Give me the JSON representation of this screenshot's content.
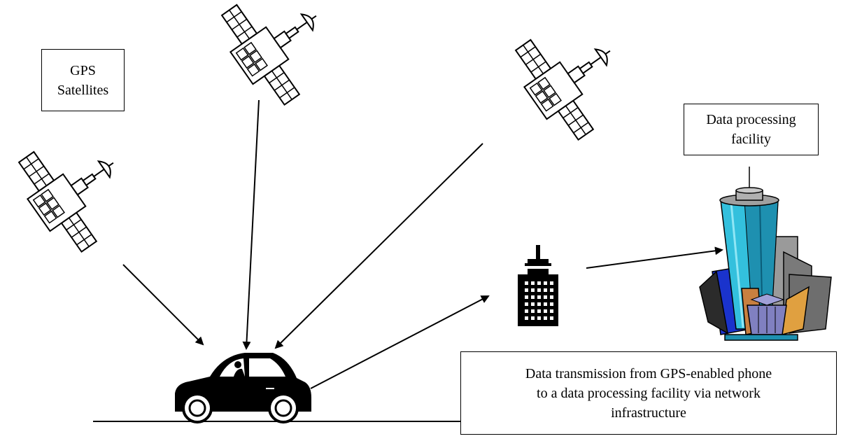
{
  "labels": {
    "satellites": [
      "GPS",
      "Satellites"
    ],
    "facility": [
      "Data processing",
      "facility"
    ],
    "transmission": [
      "Data transmission from GPS-enabled phone",
      "to a data processing facility via network",
      "infrastructure"
    ]
  },
  "colors": {
    "line": "#000000",
    "tower_glass": "#33c0dd",
    "building_blue": "#1a33cc",
    "building_gray": "#9a9a9a",
    "building_orange": "#e0a040",
    "building_purple": "#8080c0"
  }
}
